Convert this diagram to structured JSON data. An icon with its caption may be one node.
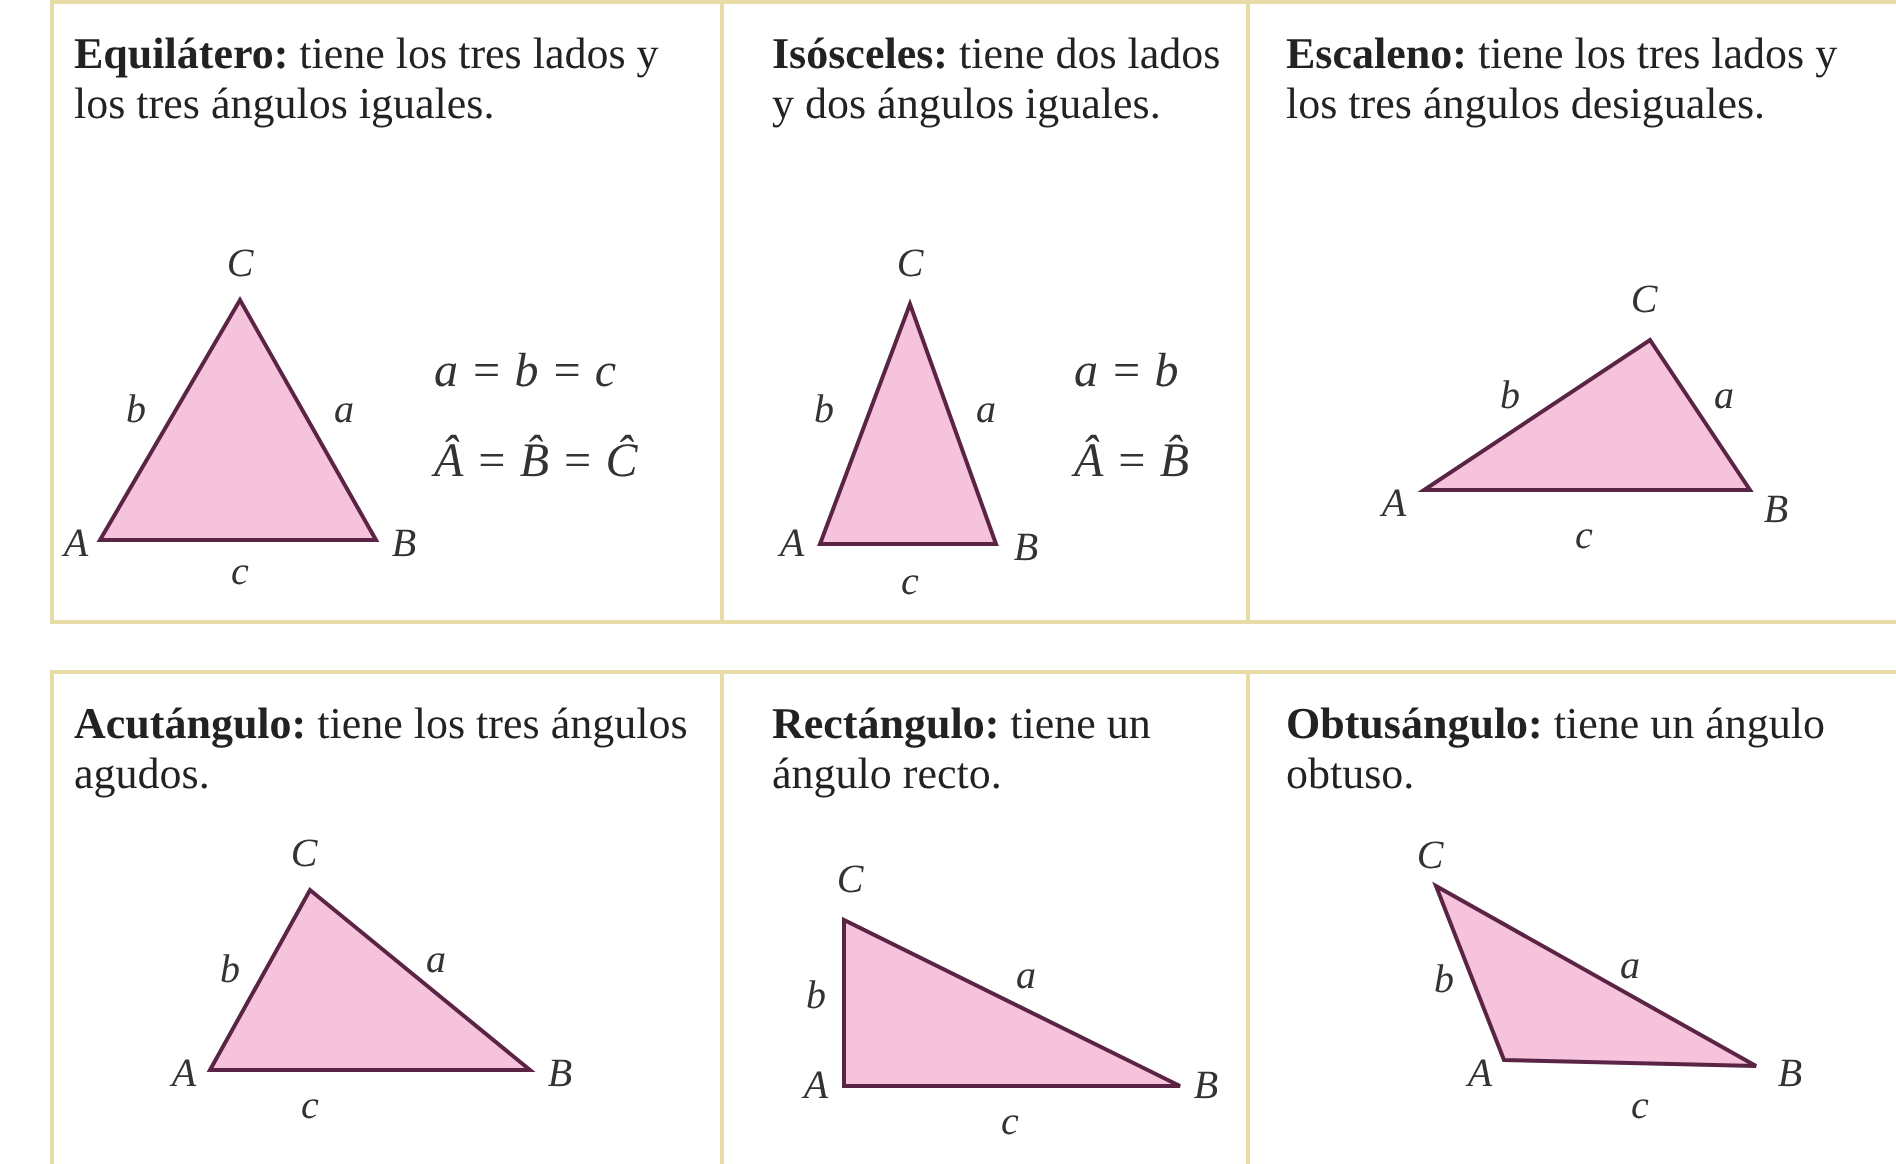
{
  "diagram": {
    "nodes": [
      {
        "text": [
          "**Equilátero:** tiene los tres lados y los tres ángulos iguales.",
          "a = b = c",
          "Â = B̂ = Ĉ"
        ]
      },
      {
        "text": [
          "**Isósceles:** tiene dos lados y dos ángulos iguales.",
          "a = b",
          "Â = B̂"
        ]
      },
      {
        "text": [
          "**Escaleno:** tiene los tres lados y los tres ángulos desiguales."
        ]
      },
      {
        "text": [
          "**Acutángulo:** tiene los tres ángulos agudos."
        ]
      },
      {
        "text": [
          "**Rectángulo:** tiene un ángulo recto."
        ]
      },
      {
        "text": [
          "**Obtusángulo:** tiene un ángulo obtuso."
        ]
      }
    ],
    "labels": [
      "C",
      "b",
      "a",
      "A",
      "B",
      "c",
      "C",
      "b",
      "a",
      "A",
      "B",
      "c",
      "C",
      "b",
      "a",
      "A",
      "B",
      "c",
      "C",
      "b",
      "a",
      "A",
      "B",
      "c",
      "C",
      "b",
      "a",
      "A",
      "B",
      "c",
      "C",
      "b",
      "a",
      "A",
      "B",
      "c"
    ]
  }
}
